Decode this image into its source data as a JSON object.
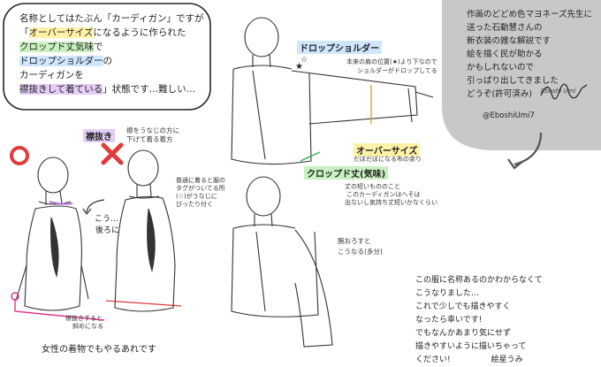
{
  "speech_bubble": {
    "line1_a": "名称としてはたぶん「",
    "line1_b": "カーディガン",
    "line1_c": "」ですが",
    "line2_a": "「",
    "line2_b": "オーバーサイズ",
    "line2_c": "になるように作られた",
    "line3_a": "クロップド丈気味",
    "line3_b": "で",
    "line4_a": "ドロップショルダー",
    "line4_b": "の",
    "line5": "カーディガンを",
    "line6_a": "襟抜きして着ている",
    "line6_b": "」状態です…難しい…"
  },
  "artist_note": {
    "line1": "作画のどどめ色マヨネーズ先生に",
    "line2": "送った石動慧さんの",
    "line3": "新衣装の雑な解説です",
    "line4": "絵を描く民が助かる",
    "line5": "かもしれないので",
    "line6": "引っぱり出してきました",
    "line7": "どうぞ(許可済み)",
    "handle": "@EboshiUmi7",
    "signature": "Eboshi Umi"
  },
  "left_diagram": {
    "good_mark": "○",
    "bad_mark": "✕",
    "erinuki_label": "襟抜き",
    "erinuki_desc1": "襟をうなじの方に",
    "erinuki_desc2": "下げて着る着方",
    "arrow_text1": "こう…",
    "arrow_text2": "後ろに",
    "tag_note1": "普通に着ると服の",
    "tag_note2": "タグがついてる所",
    "tag_note3": "(☆)がうなじに",
    "tag_note4": "ぴったり付く",
    "hem_note1": "襟抜きすると",
    "hem_note2": "斜めになる",
    "caption": "女性の着物でもやるあれです"
  },
  "right_diagram": {
    "drop_shoulder_label": "ドロップショルダー",
    "drop_note1": "本来の肩の位置(★)より下なので",
    "drop_note2": "ショルダーがドロップしてる",
    "oversize_label": "オーバーサイズ",
    "oversize_note": "だぼだぼになる布の余り",
    "cropped_label": "クロップド丈(気味)",
    "cropped_note1": "丈の短いもののこと",
    "cropped_note2": "このカーディガンはへそは",
    "cropped_note3": "出ないし気持ち丈短いかなくらい",
    "arms_down1": "腕おろすと",
    "arms_down2": "こうなる(多分)"
  },
  "closing": {
    "line1": "この服に名称あるのかわからなくて",
    "line2": "こうなりました…",
    "line3": "これで少しでも描きやすく",
    "line4": "なったら幸いです!",
    "line5": "でもなんかあまり気にせず",
    "line6": "描きやすいように描いちゃって",
    "line7": "ください!",
    "signature": "絵星うみ"
  },
  "colors": {
    "pink": "#e0338a",
    "red": "#e23a3a",
    "green": "#2bb54a",
    "blue": "#3a8ee0",
    "orange": "#f0a020",
    "purple": "#b66dd8",
    "grey_bubble": "#c8c8c8"
  }
}
